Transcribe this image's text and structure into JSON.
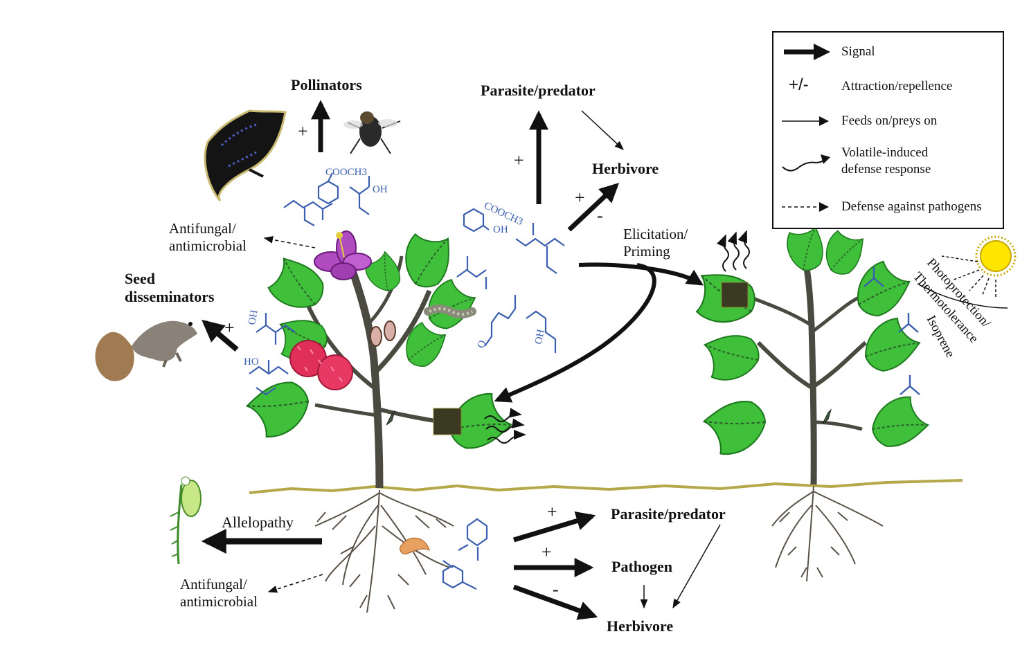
{
  "labels": {
    "pollinators": "Pollinators",
    "parasite_predator_top": "Parasite/predator",
    "herbivore_top": "Herbivore",
    "antifungal_top": "Antifungal/\nantimicrobial",
    "seed_disseminators": "Seed\ndisseminators",
    "elicitation": "Elicitation/\nPriming",
    "photoprotection": "Photoprotection/",
    "thermotolerance": "Thermotolerance",
    "isoprene": "Isoprene",
    "allelopathy": "Allelopathy",
    "antifungal_bottom": "Antifungal/\nantimicrobial",
    "parasite_predator_bottom": "Parasite/predator",
    "pathogen": "Pathogen",
    "herbivore_bottom": "Herbivore"
  },
  "signs": {
    "plus": "+",
    "minus": "-"
  },
  "chemistry": {
    "cooch3": "COOCH3",
    "oh": "OH",
    "ho": "HO",
    "o": "O"
  },
  "legend": {
    "items": [
      {
        "symbol": "thick-arrow",
        "text": "Signal"
      },
      {
        "symbol": "plus-minus",
        "text": "Attraction/repellence",
        "glyph": "+/-"
      },
      {
        "symbol": "thin-arrow",
        "text": "Feeds on/preys on"
      },
      {
        "symbol": "wavy-arrow",
        "text": "Volatile-induced\ndefense response"
      },
      {
        "symbol": "dashed-arrow",
        "text": "Defense against pathogens"
      }
    ]
  },
  "colors": {
    "molecule": "#3a5fb0",
    "leaf": "#3fbf3a",
    "leaf_dark": "#1f7a1f",
    "stem": "#4a4a40",
    "soil": "#b4a84a",
    "flower": "#b04cc0",
    "raspberry": "#e0305a",
    "sun": "#ffe600"
  }
}
